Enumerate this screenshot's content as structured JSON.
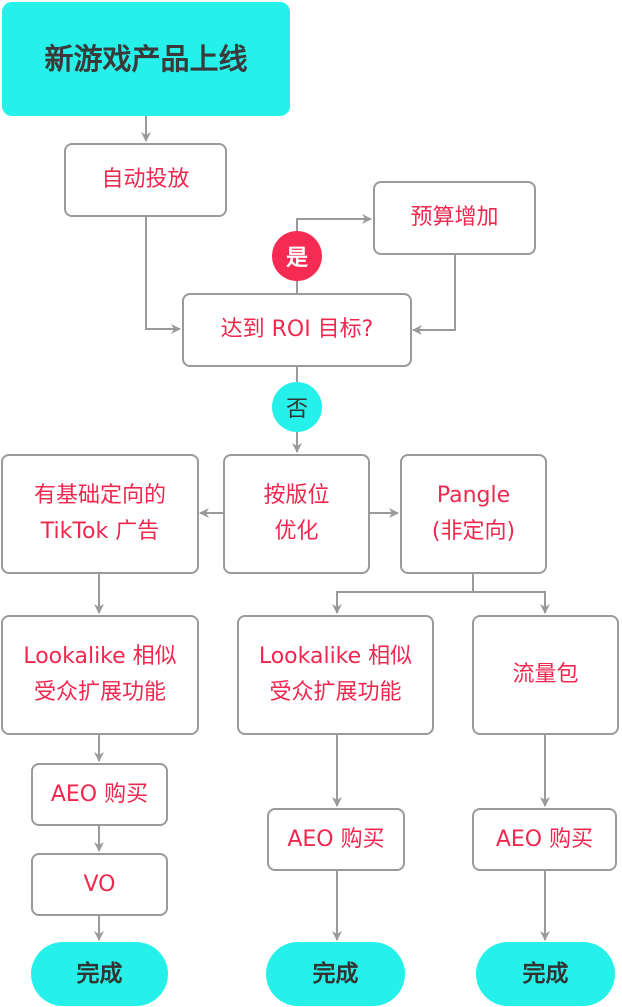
{
  "flowchart": {
    "start": "新游戏产品上线",
    "auto_delivery": "自动投放",
    "budget_increase": "预算增加",
    "roi_question": "达到 ROI 目标?",
    "yes_label": "是",
    "no_label": "否",
    "targeted_tiktok": [
      "有基础定向的",
      "TikTok 广告"
    ],
    "placement_optimize": [
      "按版位",
      "优化"
    ],
    "pangle": [
      "Pangle",
      "(非定向)"
    ],
    "lookalike_left": [
      "Lookalike 相似",
      "受众扩展功能"
    ],
    "lookalike_mid": [
      "Lookalike 相似",
      "受众扩展功能"
    ],
    "traffic_pack": "流量包",
    "aeo_left": "AEO 购买",
    "vo": "VO",
    "aeo_mid": "AEO 购买",
    "aeo_right": "AEO 购买",
    "done_left": "完成",
    "done_mid": "完成",
    "done_right": "完成"
  },
  "colors": {
    "accent_cyan": "#25f1ea",
    "accent_red": "#f62b53",
    "node_text": "#f0284f",
    "edge": "#9a9a9a"
  }
}
